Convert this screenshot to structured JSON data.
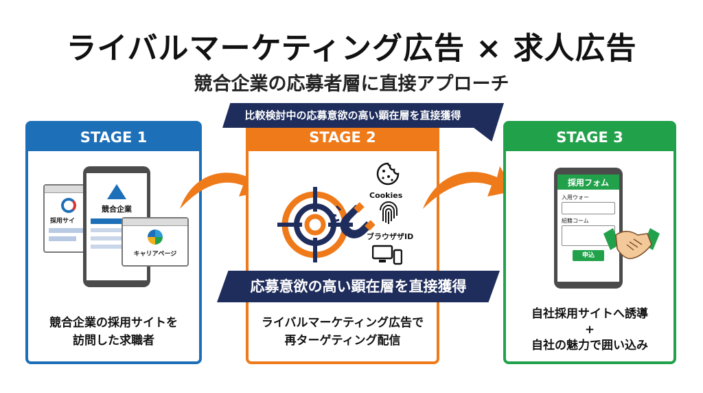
{
  "title": "ライバルマーケティング広告 × 求人広告",
  "subtitle": "競合企業の応募者層に直接アプローチ",
  "banner_top": "比較検討中の応募意欲の高い顕在層を直接獲得",
  "banner_mid": "応募意欲の高い顕在層を直接獲得",
  "stage1": {
    "label": "STAGE 1",
    "site_label": "採用サイ",
    "company_label": "競合企業",
    "career_label": "キャリアページ",
    "caption_line1": "競合企業の採用サイトを",
    "caption_line2": "訪問した求職者"
  },
  "stage2": {
    "label": "STAGE 2",
    "cookies_label": "Cookies",
    "browser_id_label": "ブラウザザID",
    "caption_line1": "ライバルマーケティング広告で",
    "caption_line2": "再ターゲティング配信"
  },
  "stage3": {
    "label": "STAGE 3",
    "form_title": "採用フォム",
    "field1_label": "入用ウォー",
    "field2_label": "紹籍コーム",
    "submit_label": "申込",
    "caption_line1": "自社採用サイトへ誘導",
    "caption_plus": "+",
    "caption_line2": "自社の魅力で囲い込み"
  },
  "colors": {
    "stage1": "#1d6fb8",
    "stage2": "#ef7a1a",
    "stage3": "#22a14b",
    "banner": "#1f2d5c"
  }
}
